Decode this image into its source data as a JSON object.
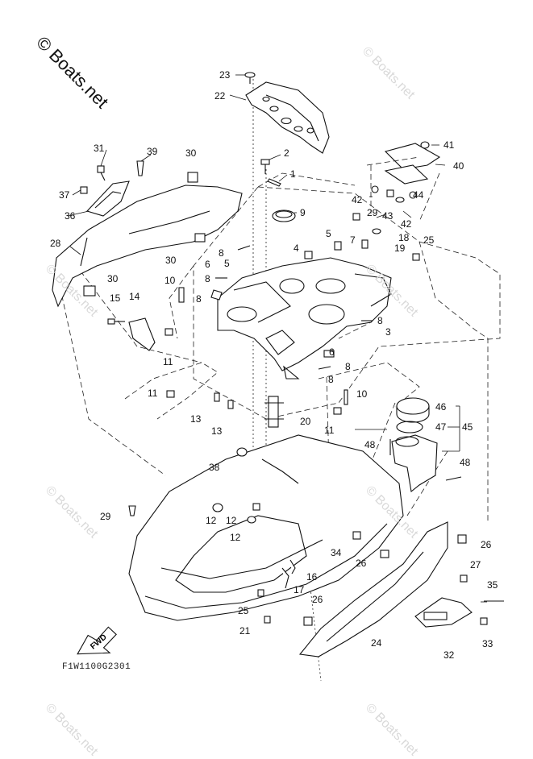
{
  "watermark": {
    "brand": "© Boats.net",
    "faint": "© Boats.net"
  },
  "drawing_code": "F1W1100G2301",
  "fwd_label": "FWD",
  "callouts": {
    "c1": "1",
    "c2": "2",
    "c3": "3",
    "c4": "4",
    "c5": "5",
    "c6": "6",
    "c7": "7",
    "c8": "8",
    "c9": "9",
    "c10": "10",
    "c11": "11",
    "c12": "12",
    "c13": "13",
    "c14": "14",
    "c15": "15",
    "c16": "16",
    "c17": "17",
    "c18": "18",
    "c19": "19",
    "c20": "20",
    "c21": "21",
    "c22": "22",
    "c23": "23",
    "c24": "24",
    "c25": "25",
    "c26": "26",
    "c27": "27",
    "c28": "28",
    "c29": "29",
    "c30": "30",
    "c31": "31",
    "c32": "32",
    "c33": "33",
    "c34": "34",
    "c35": "35",
    "c36": "36",
    "c37": "37",
    "c38": "38",
    "c39": "39",
    "c40": "40",
    "c41": "41",
    "c42": "42",
    "c43": "43",
    "c44": "44",
    "c45": "45",
    "c46": "46",
    "c47": "47",
    "c48": "48"
  }
}
